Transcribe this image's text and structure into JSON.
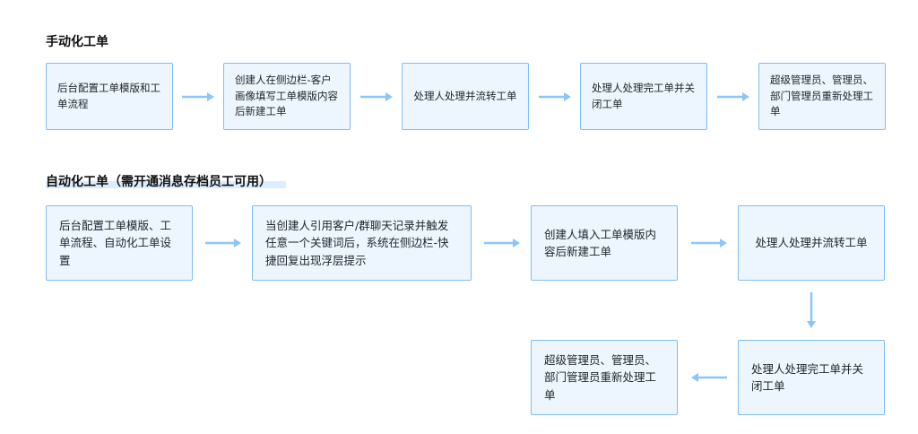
{
  "manual": {
    "title": "手动化工单",
    "steps": [
      "后台配置工单模版和工单流程",
      "创建人在侧边栏-客户画像填写工单模版内容后新建工单",
      "处理人处理并流转工单",
      "处理人处理完工单并关闭工单",
      "超级管理员、管理员、部门管理员重新处理工单"
    ]
  },
  "auto": {
    "title": "自动化工单（需开通消息存档员工可用）",
    "steps": [
      "后台配置工单模版、工单流程、自动化工单设置",
      "当创建人引用客户/群聊天记录并触发任意一个关键词后，系统在侧边栏-快捷回复出现浮层提示",
      "创建人填入工单模版内容后新建工单",
      "处理人处理并流转工单",
      "处理人处理完工单并关闭工单",
      "超级管理员、管理员、部门管理员重新处理工单"
    ]
  },
  "colors": {
    "box_fill": "#edf6fe",
    "box_border": "#7fbdf3",
    "arrow": "#8cc6f7"
  }
}
